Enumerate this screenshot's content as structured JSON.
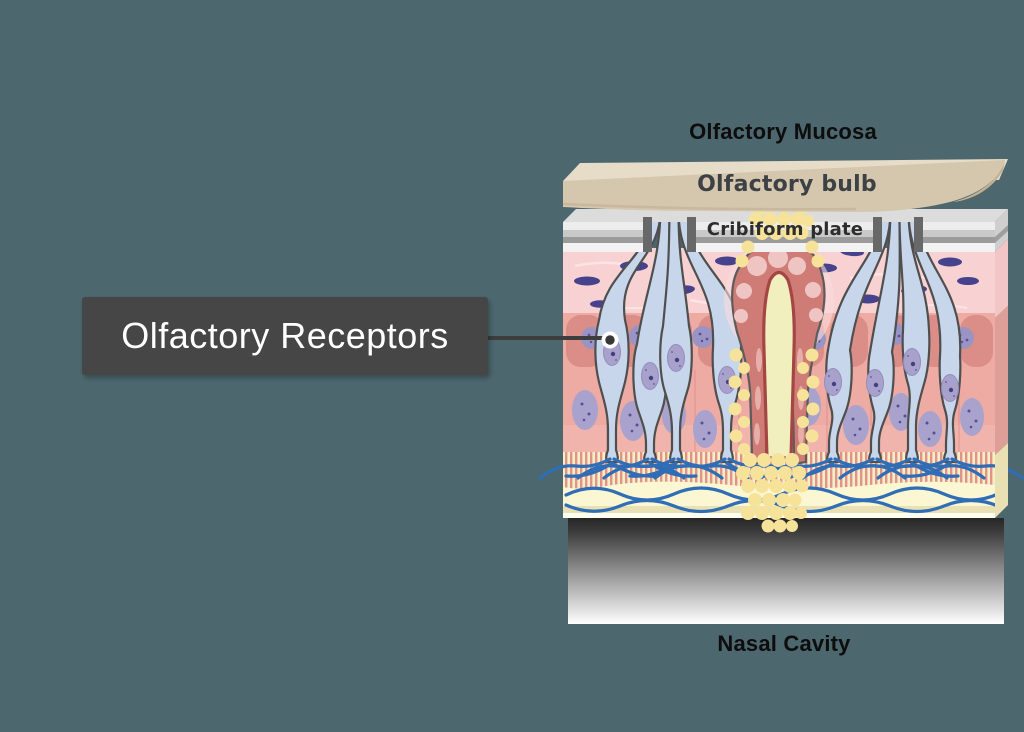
{
  "title_labels": {
    "olfactory_mucosa": "Olfactory Mucosa",
    "olfactory_bulb": "Olfactory bulb",
    "cribiform_plate": "Cribiform plate",
    "nasal_cavity": "Nasal Cavity"
  },
  "callout": {
    "label": "Olfactory Receptors"
  },
  "colors": {
    "background": "#4c676e",
    "callout_box": "#464646",
    "callout_text": "#ffffff",
    "bulb_banner_tan": "#d5c6ae",
    "cribiform_gray": "#9b9b9b",
    "lamina_pink": "#f8d2d2",
    "epithelium_salmon": "#edaba4",
    "receptor_cell_blue": "#c7d6ea",
    "nucleus_purple": "#a7a1cb",
    "gland_red": "#cf7b76",
    "secretion_yellow": "#f6e399",
    "mucus_yellow": "#fbf7d3",
    "cilia_blue": "#2f6db6"
  }
}
